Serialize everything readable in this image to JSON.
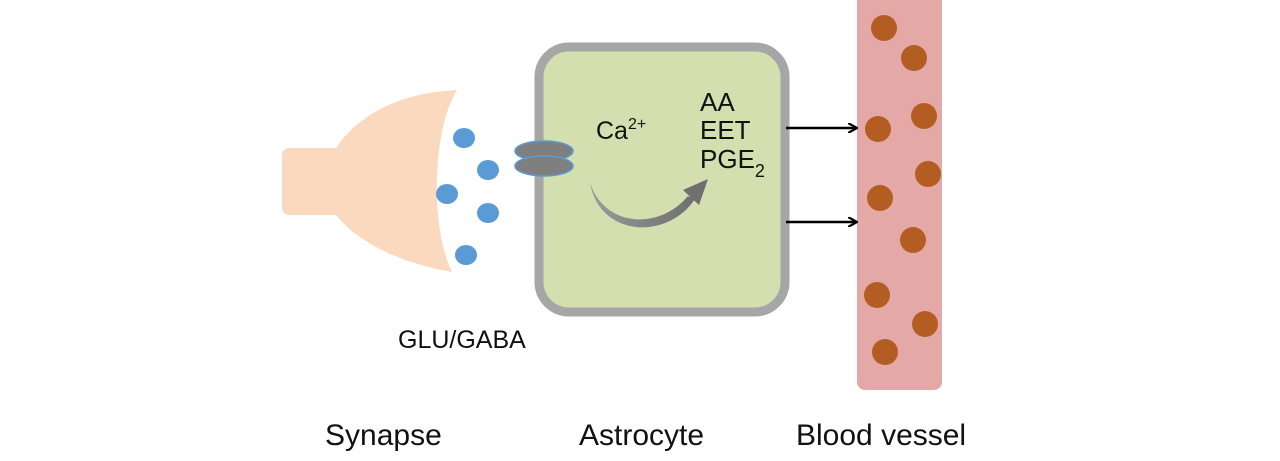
{
  "labels": {
    "transmitter": "GLU/GABA",
    "calcium_base": "Ca",
    "calcium_charge": "2+",
    "mediator_aa": "AA",
    "mediator_eet": "EET",
    "mediator_pge_base": "PGE",
    "mediator_pge_sub": "2",
    "synapse": "Synapse",
    "astrocyte": "Astrocyte",
    "blood_vessel": "Blood vessel"
  },
  "colors": {
    "synapse_fill": "#fad9bf",
    "vesicle_fill": "#5b9bd5",
    "astrocyte_fill": "#d3dfaf",
    "astrocyte_border": "#a6a6a6",
    "receptor_fill": "#7f7f7f",
    "receptor_border": "#5b9bd5",
    "vessel_fill": "#e4a9a6",
    "blood_cell_fill": "#b35d23",
    "cycle_arrow_fill": "#7f7f7f",
    "arrow_color": "#000000",
    "text": "#111111"
  }
}
